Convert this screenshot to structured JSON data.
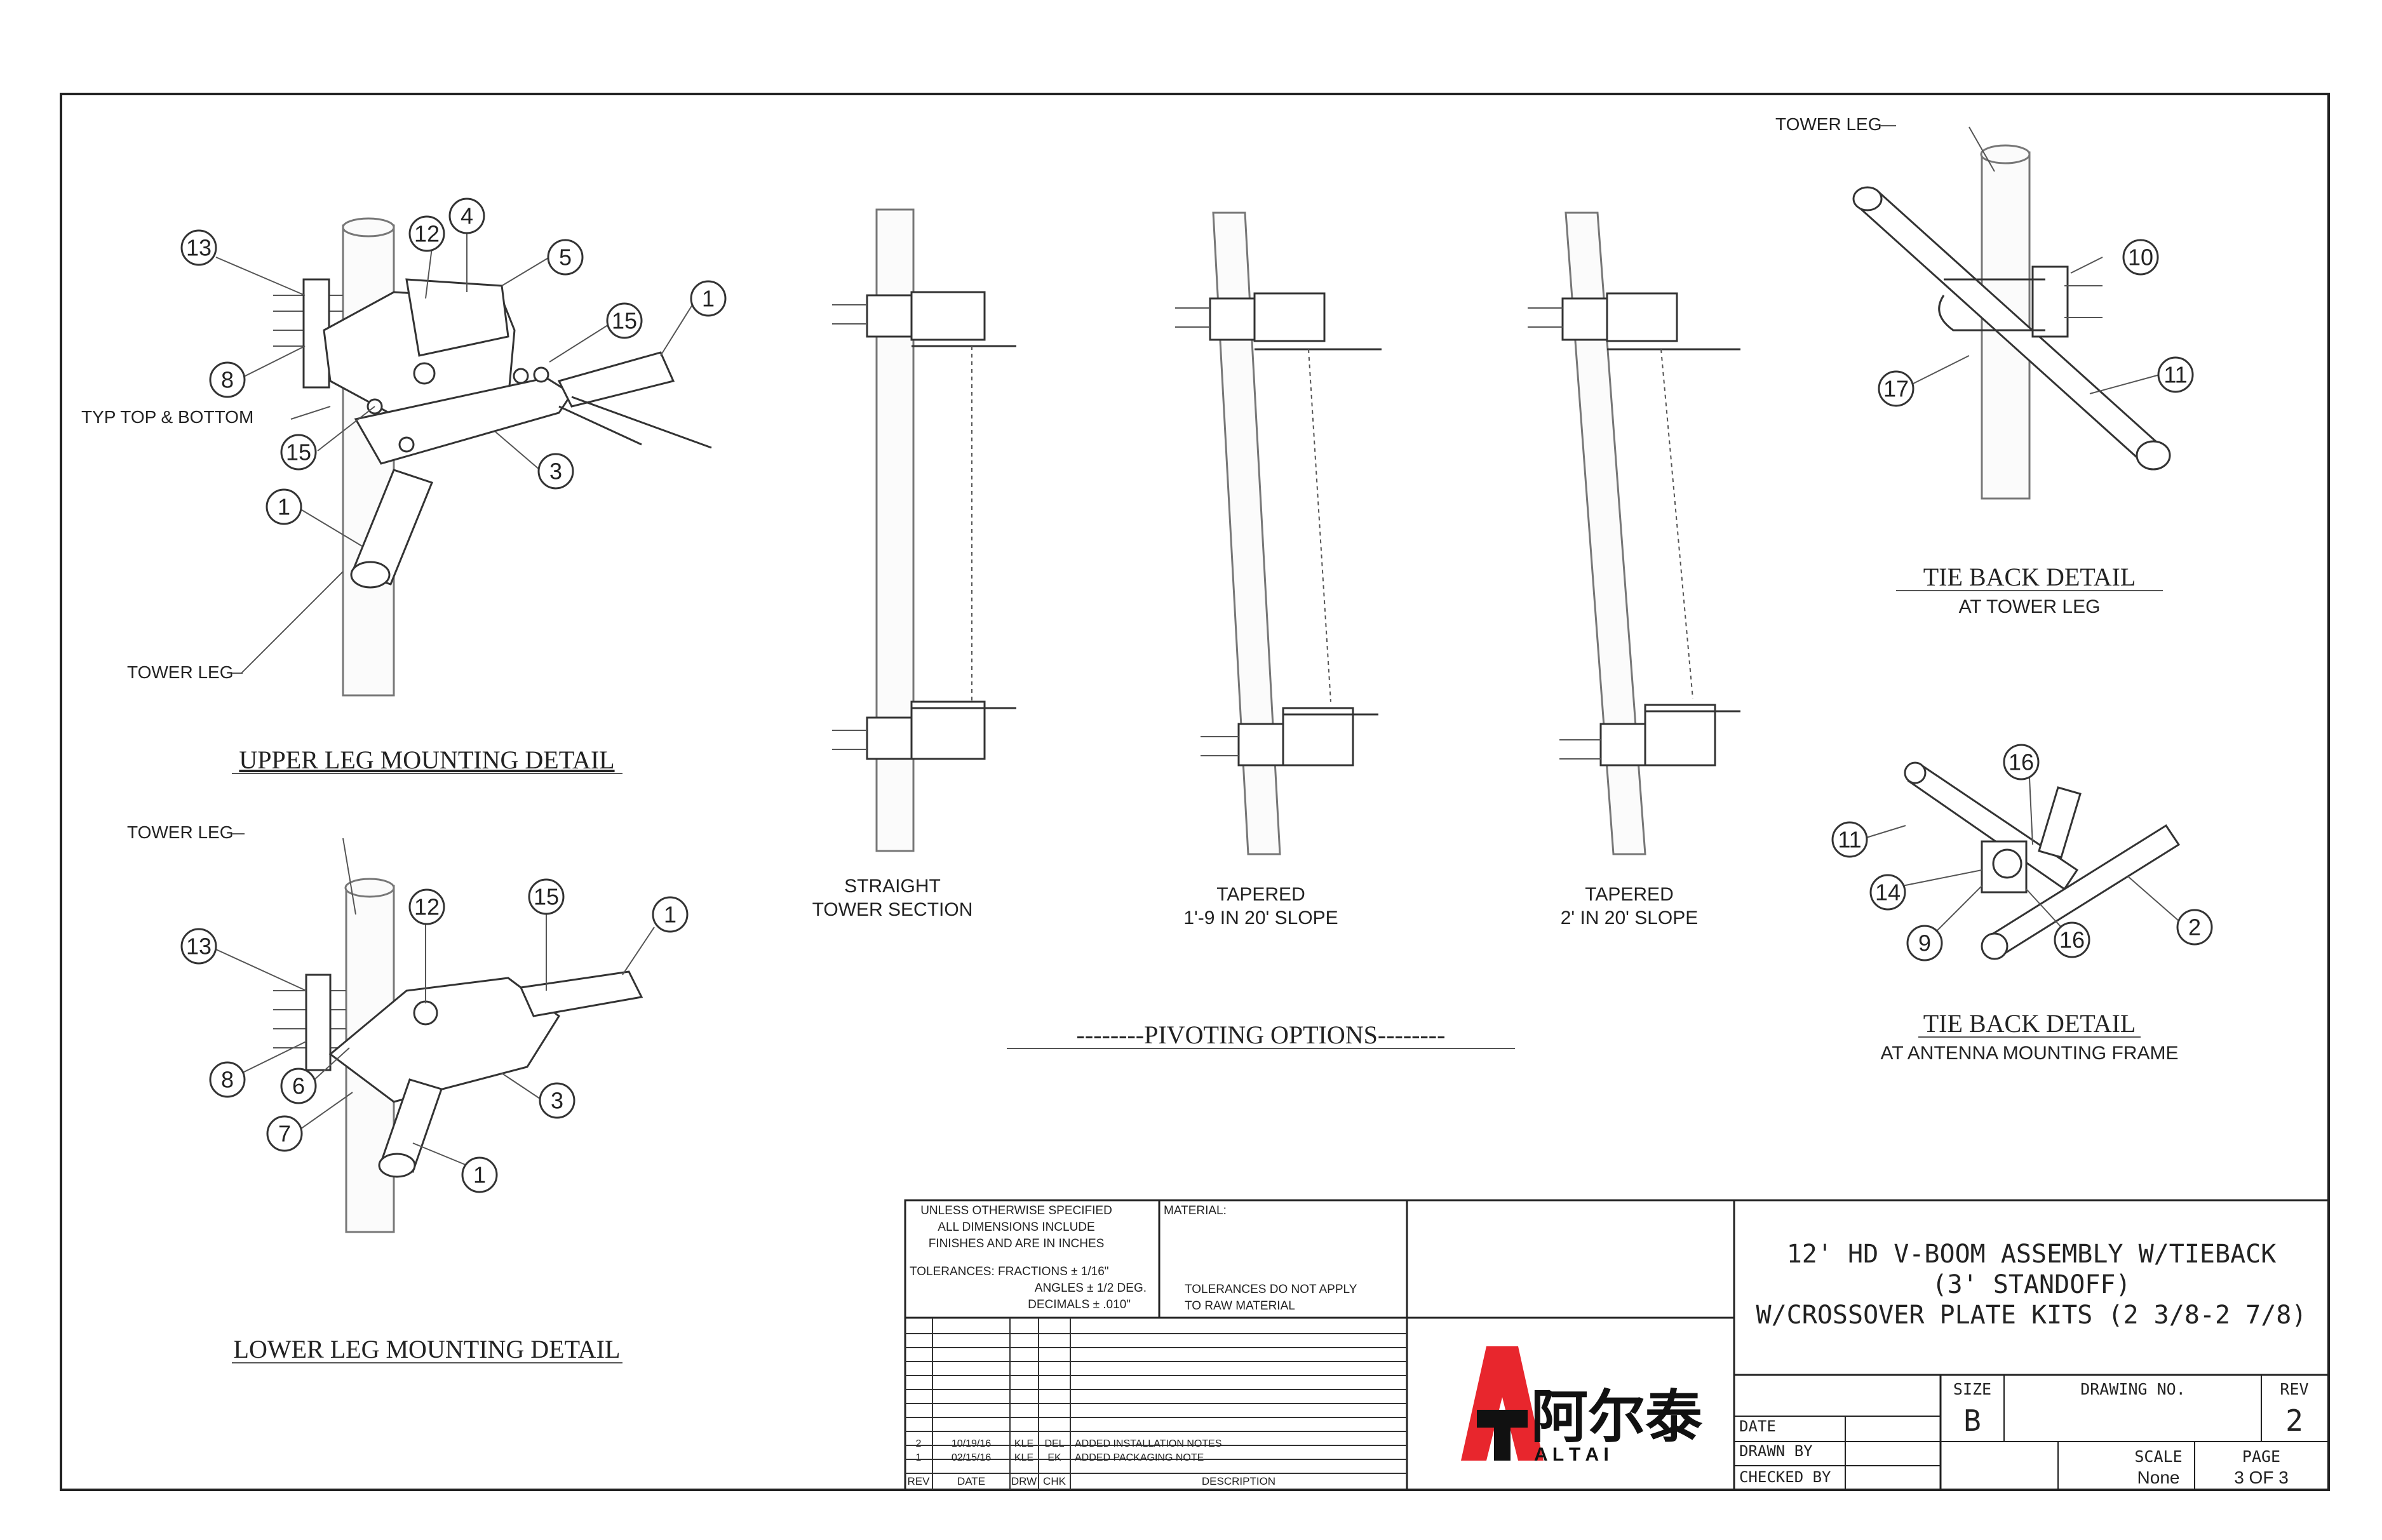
{
  "views": {
    "upper_leg": {
      "title": "UPPER LEG MOUNTING DETAIL",
      "callouts": [
        "13",
        "12",
        "4",
        "5",
        "15",
        "1",
        "8",
        "15",
        "3",
        "1"
      ],
      "notes": {
        "typ": "TYP TOP & BOTTOM",
        "tower_leg": "TOWER LEG"
      }
    },
    "lower_leg": {
      "title": "LOWER LEG MOUNTING DETAIL",
      "callouts": [
        "12",
        "15",
        "1",
        "13",
        "8",
        "6",
        "3",
        "7",
        "1"
      ],
      "notes": {
        "tower_leg": "TOWER LEG"
      }
    },
    "pivoting": {
      "title": "--------PIVOTING OPTIONS--------",
      "options": [
        {
          "line1": "STRAIGHT",
          "line2": "TOWER SECTION"
        },
        {
          "line1": "TAPERED",
          "line2": "1'-9 IN 20' SLOPE"
        },
        {
          "line1": "TAPERED",
          "line2": "2' IN 20' SLOPE"
        }
      ]
    },
    "tieback_tower": {
      "title": "TIE BACK DETAIL",
      "subtitle": "AT TOWER LEG",
      "callouts": [
        "10",
        "17",
        "11"
      ],
      "notes": {
        "tower_leg": "TOWER LEG"
      }
    },
    "tieback_frame": {
      "title": "TIE BACK DETAIL",
      "subtitle": "AT ANTENNA MOUNTING FRAME",
      "callouts": [
        "16",
        "11",
        "14",
        "9",
        "16",
        "2"
      ]
    }
  },
  "title_block": {
    "spec_lines": [
      "UNLESS OTHERWISE SPECIFIED",
      "ALL DIMENSIONS INCLUDE",
      "FINISHES AND ARE IN INCHES",
      "TOLERANCES: FRACTIONS ± 1/16\"",
      "ANGLES ± 1/2 DEG.",
      "DECIMALS ± .010\""
    ],
    "material_label": "MATERIAL:",
    "tolerance_note": [
      "TOLERANCES DO NOT APPLY",
      "TO RAW MATERIAL"
    ],
    "revisions": [
      {
        "rev": "2",
        "date": "10/19/16",
        "drw": "KLE",
        "chk": "DEL",
        "desc": "ADDED INSTALLATION NOTES"
      },
      {
        "rev": "1",
        "date": "02/15/16",
        "drw": "KLE",
        "chk": "EK",
        "desc": "ADDED PACKAGING NOTE"
      }
    ],
    "rev_headers": [
      "REV",
      "DATE",
      "DRW",
      "CHK",
      "DESCRIPTION"
    ],
    "logo": {
      "chinese": "阿尔泰",
      "latin": "A L T A I"
    },
    "drawing_title": [
      "12' HD V-BOOM ASSEMBLY W/TIEBACK",
      "(3' STANDOFF)",
      "W/CROSSOVER PLATE KITS (2 3/8-2 7/8)"
    ],
    "labels": {
      "date": "DATE",
      "drawn_by": "DRAWN BY",
      "checked_by": "CHECKED BY",
      "size": "SIZE",
      "drawing_no": "DRAWING NO.",
      "rev": "REV",
      "scale": "SCALE",
      "page": "PAGE"
    },
    "values": {
      "size": "B",
      "rev": "2",
      "scale": "None",
      "page": "3 OF 3"
    },
    "colors": {
      "logo_red": "#e8262d",
      "logo_black": "#111111"
    }
  }
}
